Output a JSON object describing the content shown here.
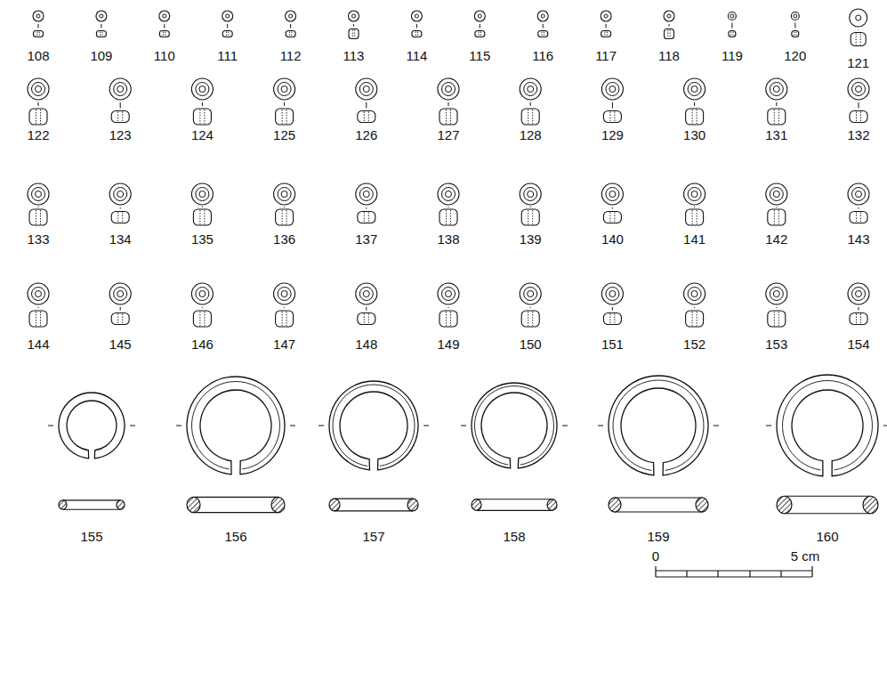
{
  "diagram": {
    "labels": [
      "108",
      "109",
      "110",
      "111",
      "112",
      "113",
      "114",
      "115",
      "116",
      "117",
      "118",
      "119",
      "120",
      "121",
      "122",
      "123",
      "124",
      "125",
      "126",
      "127",
      "128",
      "129",
      "130",
      "131",
      "132",
      "133",
      "134",
      "135",
      "136",
      "137",
      "138",
      "139",
      "140",
      "141",
      "142",
      "143",
      "144",
      "145",
      "146",
      "147",
      "148",
      "149",
      "150",
      "151",
      "152",
      "153",
      "154",
      "155",
      "156",
      "157",
      "158",
      "159",
      "160",
      "0",
      "5 cm"
    ]
  }
}
